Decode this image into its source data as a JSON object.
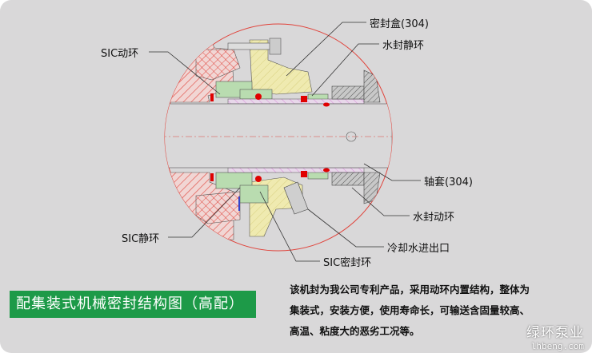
{
  "labels": {
    "seal_box": "密封盒(304)",
    "water_stationary_ring": "水封静环",
    "sic_rotating_ring": "SIC动环",
    "shaft_sleeve": "轴套(304)",
    "water_rotating_ring": "水封动环",
    "sic_stationary_ring": "SIC静环",
    "cooling_port": "冷却水进出口",
    "sic_seal_ring": "SIC密封环"
  },
  "banner_title": "配集装式机械密封结构图（高配）",
  "description": [
    "该机封为我公司专利产品，采用动环内置结构，整体为",
    "集装式，安装方便，使用寿命长，可输送含固量较高、",
    "高温、粘度大的恶劣工况等。"
  ],
  "watermark": {
    "name": "绿环泵业",
    "site": "lhbeng.com"
  },
  "colors": {
    "banner": "#1d9a48",
    "hatch_red": "#e0443c",
    "seal_red": "#e00000",
    "green_part": "#b9dcb0",
    "yellow_part": "#efeab0",
    "sleeve_pink": "#d88ad8"
  }
}
